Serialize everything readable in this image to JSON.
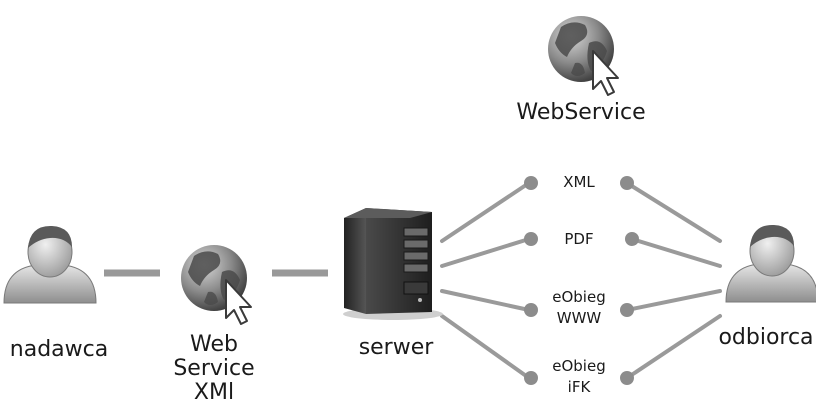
{
  "nodes": {
    "sender": "nadawca",
    "webservice_xml": [
      "Web",
      "Service",
      "XMl"
    ],
    "server": "serwer",
    "recipient": "odbiorca",
    "webservice_top": "WebService"
  },
  "channels": {
    "xml": [
      "XML"
    ],
    "pdf": [
      "PDF"
    ],
    "eobieg_www": [
      "eObieg",
      "WWW"
    ],
    "eobieg_ifk": [
      "eObieg",
      "iFK"
    ]
  },
  "icons": {
    "person": "person-icon",
    "globe": "globe-cursor-icon",
    "server": "server-tower-icon"
  },
  "colors": {
    "line": "#999999",
    "dot": "#8c8c8c",
    "globe_dark": "#4a4a4a",
    "server_body": "#2d2d2d"
  }
}
